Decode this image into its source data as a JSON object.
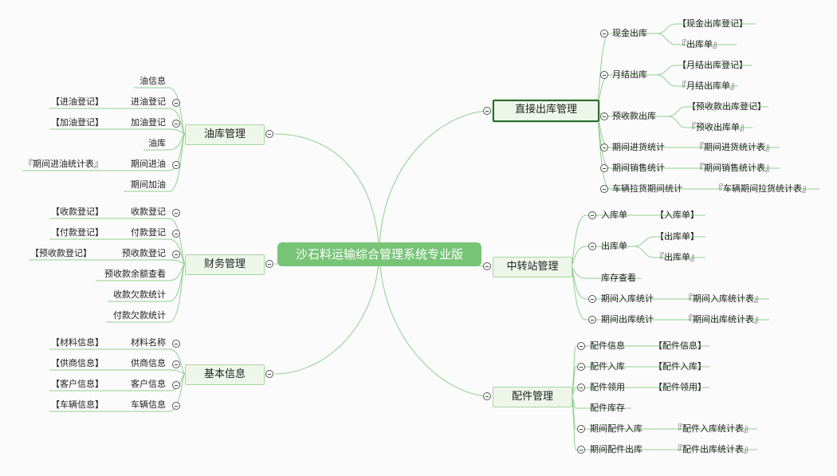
{
  "center": "沙石料运输综合管理系统专业版",
  "right": {
    "direct": {
      "label": "直接出库管理",
      "items": {
        "cash": "现金出库",
        "cash_reg": "【现金出库登记】",
        "cash_doc": "『出库单』",
        "monthly": "月结出库",
        "monthly_reg": "【月结出库登记】",
        "monthly_doc": "『月结出库单』",
        "prepaid": "预收款出库",
        "prepaid_reg": "【预收款出库登记】",
        "prepaid_doc": "『预收出库单』",
        "in_stat": "期间进货统计",
        "in_stat_tbl": "『期间进货统计表』",
        "sale_stat": "期间销售统计",
        "sale_stat_tbl": "『期间销售统计表』",
        "veh_stat": "车辆拉货期间统计",
        "veh_stat_tbl": "『车辆期间拉货统计表』"
      }
    },
    "transfer": {
      "label": "中转站管理",
      "items": {
        "in": "入库单",
        "in_doc": "【入库单】",
        "out": "出库单",
        "out_doc1": "【出库单】",
        "out_doc2": "『出库单』",
        "stock": "库存查看",
        "in_stat": "期间入库统计",
        "in_stat_tbl": "『期间入库统计表』",
        "out_stat": "期间出库统计",
        "out_stat_tbl": "『期间出库统计表』"
      }
    },
    "parts": {
      "label": "配件管理",
      "items": {
        "info": "配件信息",
        "info_doc": "【配件信息】",
        "in": "配件入库",
        "in_doc": "【配件入库】",
        "use": "配件领用",
        "use_doc": "【配件领用】",
        "stock": "配件库存",
        "in_stat": "期间配件入库",
        "in_stat_tbl": "『配件入库统计表』",
        "out_stat": "期间配件出库",
        "out_stat_tbl": "『配件出库统计表』"
      }
    }
  },
  "left": {
    "oil": {
      "label": "油库管理",
      "items": {
        "info": "油信息",
        "in": "进油登记",
        "in_doc": "【进油登记】",
        "add": "加油登记",
        "add_doc": "【加油登记】",
        "depot": "油库",
        "period_in": "期间进油",
        "period_in_tbl": "『期间进油统计表』",
        "period_add": "期间加油"
      }
    },
    "finance": {
      "label": "财务管理",
      "items": {
        "recv": "收款登记",
        "recv_doc": "【收款登记】",
        "pay": "付款登记",
        "pay_doc": "【付款登记】",
        "prepay": "预收款登记",
        "prepay_doc": "【预收款登记】",
        "balance": "预收款余额查看",
        "recv_owe": "收款欠款统计",
        "pay_owe": "付款欠款统计"
      }
    },
    "basic": {
      "label": "基本信息",
      "items": {
        "material": "材料名称",
        "material_doc": "【材料信息】",
        "supplier": "供商信息",
        "supplier_doc": "【供商信息】",
        "customer": "客户信息",
        "customer_doc": "【客户信息】",
        "vehicle": "车辆信息",
        "vehicle_doc": "【车辆信息】"
      }
    }
  },
  "colors": {
    "center_fill": "#77c477",
    "connector": "#8fd08f",
    "branch_fill": "#eef6ea",
    "branch_border": "#a8d6a0",
    "selected_border": "#2f6a2f"
  }
}
